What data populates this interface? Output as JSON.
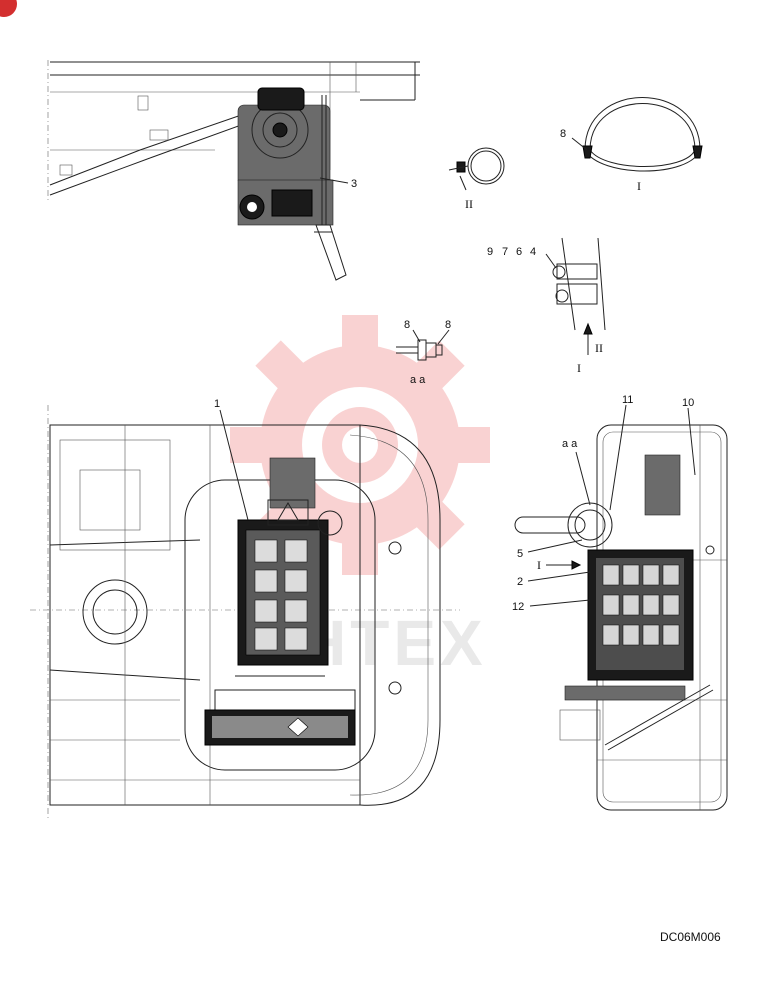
{
  "drawing_code": "DC06M006",
  "labels": {
    "p1": "1",
    "p2": "2",
    "p3": "3",
    "p4": "4",
    "p5": "5",
    "p6": "6",
    "p7": "7",
    "p8": "8",
    "p9": "9",
    "p10": "10",
    "p11": "11",
    "p12": "12",
    "aa": "a a",
    "view1": "I",
    "view2": "II"
  },
  "watermark": {
    "text": "HTEX",
    "color": "#e53935"
  },
  "colors": {
    "line": "#222222",
    "background": "#ffffff",
    "corner_badge": "#d32f2f"
  }
}
